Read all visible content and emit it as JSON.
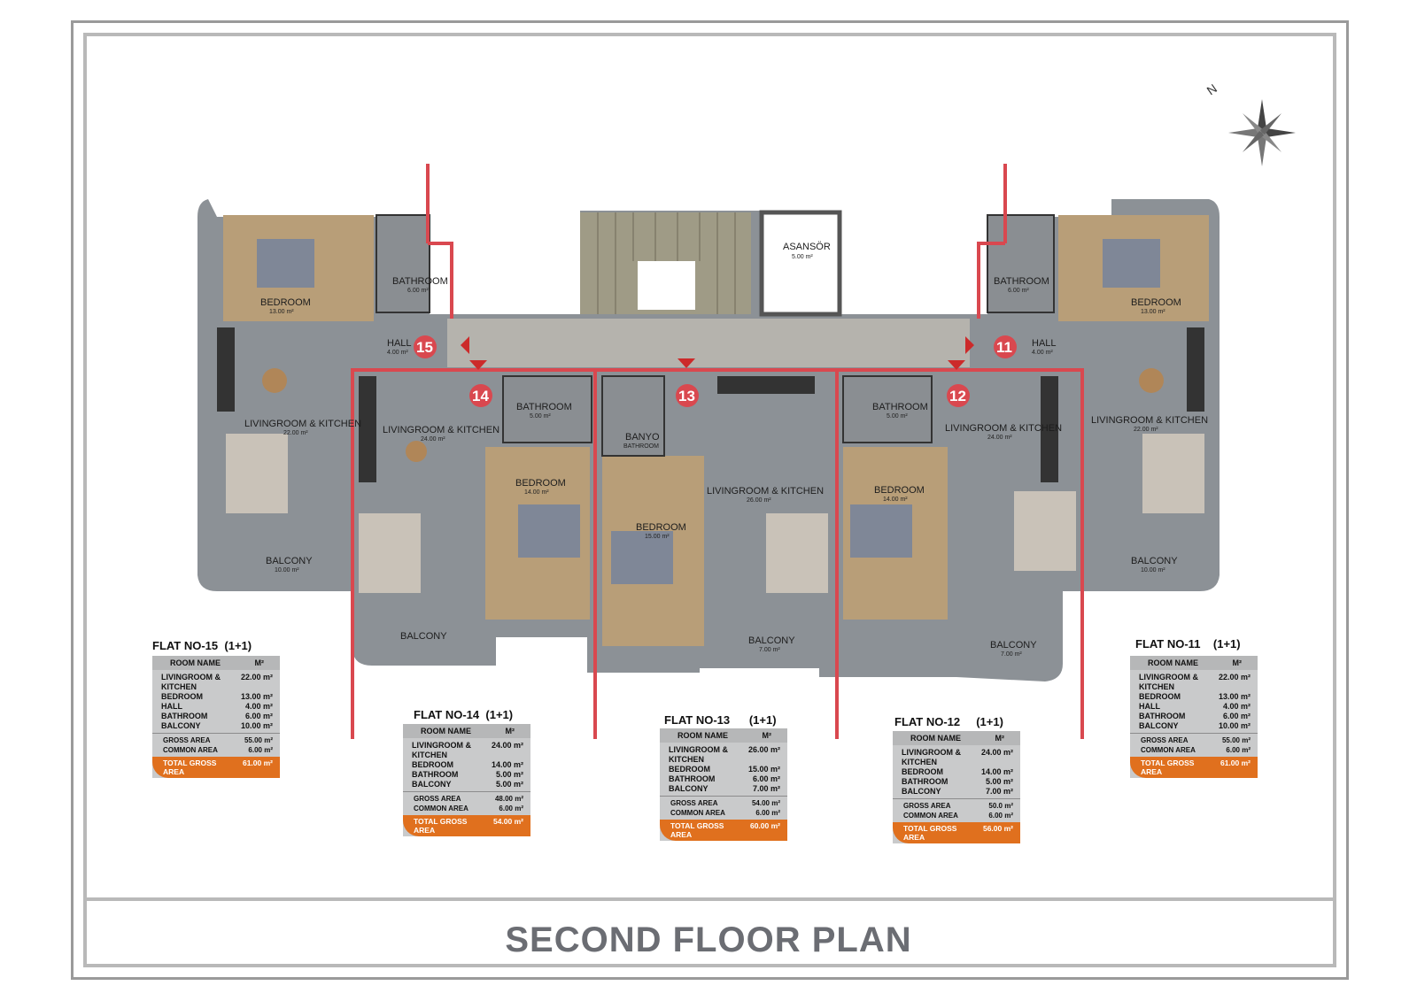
{
  "title": "SECOND FLOOR PLAN",
  "core": {
    "elevator_label": "ASANSÖR",
    "elevator_area": "5.00 m²"
  },
  "flat_markers": [
    "15",
    "14",
    "13",
    "12",
    "11"
  ],
  "rooms": [
    {
      "name": "BEDROOM",
      "area": "13.00 m²"
    },
    {
      "name": "BATHROOM",
      "area": "6.00 m²"
    },
    {
      "name": "HALL",
      "area": "4.00 m²"
    },
    {
      "name": "LIVINGROOM & KITCHEN",
      "area": "22.00 m²"
    },
    {
      "name": "BALCONY",
      "area": "10.00 m²"
    },
    {
      "name": "LIVINGROOM & KITCHEN",
      "area": "24.00 m²"
    },
    {
      "name": "BATHROOM",
      "area": "5.00 m²"
    },
    {
      "name": "BEDROOM",
      "area": "14.00 m²"
    },
    {
      "name": "BALCONY",
      "area": ""
    },
    {
      "name": "BANYO",
      "area": "BATHROOM"
    },
    {
      "name": "BEDROOM",
      "area": "15.00 m²"
    },
    {
      "name": "LIVINGROOM & KITCHEN",
      "area": "26.00 m²"
    },
    {
      "name": "BALCONY",
      "area": "7.00 m²"
    },
    {
      "name": "BATHROOM",
      "area": "5.00 m²"
    },
    {
      "name": "BEDROOM",
      "area": "14.00 m²"
    },
    {
      "name": "LIVINGROOM & KITCHEN",
      "area": "24.00 m²"
    },
    {
      "name": "BALCONY",
      "area": "7.00 m²"
    },
    {
      "name": "BATHROOM",
      "area": "6.00 m²"
    },
    {
      "name": "BEDROOM",
      "area": "13.00 m²"
    },
    {
      "name": "HALL",
      "area": "4.00 m²"
    },
    {
      "name": "LIVINGROOM & KITCHEN",
      "area": "22.00 m²"
    },
    {
      "name": "BALCONY",
      "area": "10.00 m²"
    }
  ],
  "tables": [
    {
      "title": "FLAT NO-15",
      "type": "(1+1)",
      "header": {
        "name": "ROOM NAME",
        "unit": "M²"
      },
      "rows": [
        {
          "name": "LIVINGROOM & KITCHEN",
          "value": "22.00 m²"
        },
        {
          "name": "BEDROOM",
          "value": "13.00 m²"
        },
        {
          "name": "HALL",
          "value": "4.00 m²"
        },
        {
          "name": "BATHROOM",
          "value": "6.00 m²"
        },
        {
          "name": "BALCONY",
          "value": "10.00 m²"
        }
      ],
      "gross": {
        "label": "GROSS AREA",
        "value": "55.00 m²"
      },
      "common": {
        "label": "COMMON AREA",
        "value": "6.00 m²"
      },
      "total": {
        "label": "TOTAL GROSS AREA",
        "value": "61.00 m²"
      }
    },
    {
      "title": "FLAT NO-14",
      "type": "(1+1)",
      "header": {
        "name": "ROOM NAME",
        "unit": "M²"
      },
      "rows": [
        {
          "name": "LIVINGROOM & KITCHEN",
          "value": "24.00 m²"
        },
        {
          "name": "BEDROOM",
          "value": "14.00 m²"
        },
        {
          "name": "BATHROOM",
          "value": "5.00 m²"
        },
        {
          "name": "BALCONY",
          "value": "5.00 m²"
        }
      ],
      "gross": {
        "label": "GROSS AREA",
        "value": "48.00 m²"
      },
      "common": {
        "label": "COMMON AREA",
        "value": "6.00 m²"
      },
      "total": {
        "label": "TOTAL GROSS AREA",
        "value": "54.00 m²"
      }
    },
    {
      "title": "FLAT NO-13",
      "type": "(1+1)",
      "header": {
        "name": "ROOM NAME",
        "unit": "M²"
      },
      "rows": [
        {
          "name": "LIVINGROOM & KITCHEN",
          "value": "26.00 m²"
        },
        {
          "name": "BEDROOM",
          "value": "15.00 m²"
        },
        {
          "name": "BATHROOM",
          "value": "6.00 m²"
        },
        {
          "name": "BALCONY",
          "value": "7.00 m²"
        }
      ],
      "gross": {
        "label": "GROSS AREA",
        "value": "54.00 m²"
      },
      "common": {
        "label": "COMMON AREA",
        "value": "6.00 m²"
      },
      "total": {
        "label": "TOTAL GROSS AREA",
        "value": "60.00 m²"
      }
    },
    {
      "title": "FLAT NO-12",
      "type": "(1+1)",
      "header": {
        "name": "ROOM NAME",
        "unit": "M²"
      },
      "rows": [
        {
          "name": "LIVINGROOM & KITCHEN",
          "value": "24.00 m²"
        },
        {
          "name": "BEDROOM",
          "value": "14.00 m²"
        },
        {
          "name": "BATHROOM",
          "value": "5.00 m²"
        },
        {
          "name": "BALCONY",
          "value": "7.00 m²"
        }
      ],
      "gross": {
        "label": "GROSS AREA",
        "value": "50.0 m²"
      },
      "common": {
        "label": "COMMON AREA",
        "value": "6.00 m²"
      },
      "total": {
        "label": "TOTAL GROSS AREA",
        "value": "56.00 m²"
      }
    },
    {
      "title": "FLAT NO-11",
      "type": "(1+1)",
      "header": {
        "name": "ROOM NAME",
        "unit": "M²"
      },
      "rows": [
        {
          "name": "LIVINGROOM & KITCHEN",
          "value": "22.00 m²"
        },
        {
          "name": "BEDROOM",
          "value": "13.00 m²"
        },
        {
          "name": "HALL",
          "value": "4.00 m²"
        },
        {
          "name": "BATHROOM",
          "value": "6.00 m²"
        },
        {
          "name": "BALCONY",
          "value": "10.00 m²"
        }
      ],
      "gross": {
        "label": "GROSS AREA",
        "value": "55.00 m²"
      },
      "common": {
        "label": "COMMON AREA",
        "value": "6.00 m²"
      },
      "total": {
        "label": "TOTAL GROSS AREA",
        "value": "61.00 m²"
      }
    }
  ],
  "compass": {
    "label": "N"
  },
  "colors": {
    "wall_red": "#d9484f",
    "floor_grey": "#8c9196",
    "wood": "#b89e78",
    "total_orange": "#e0701e"
  }
}
